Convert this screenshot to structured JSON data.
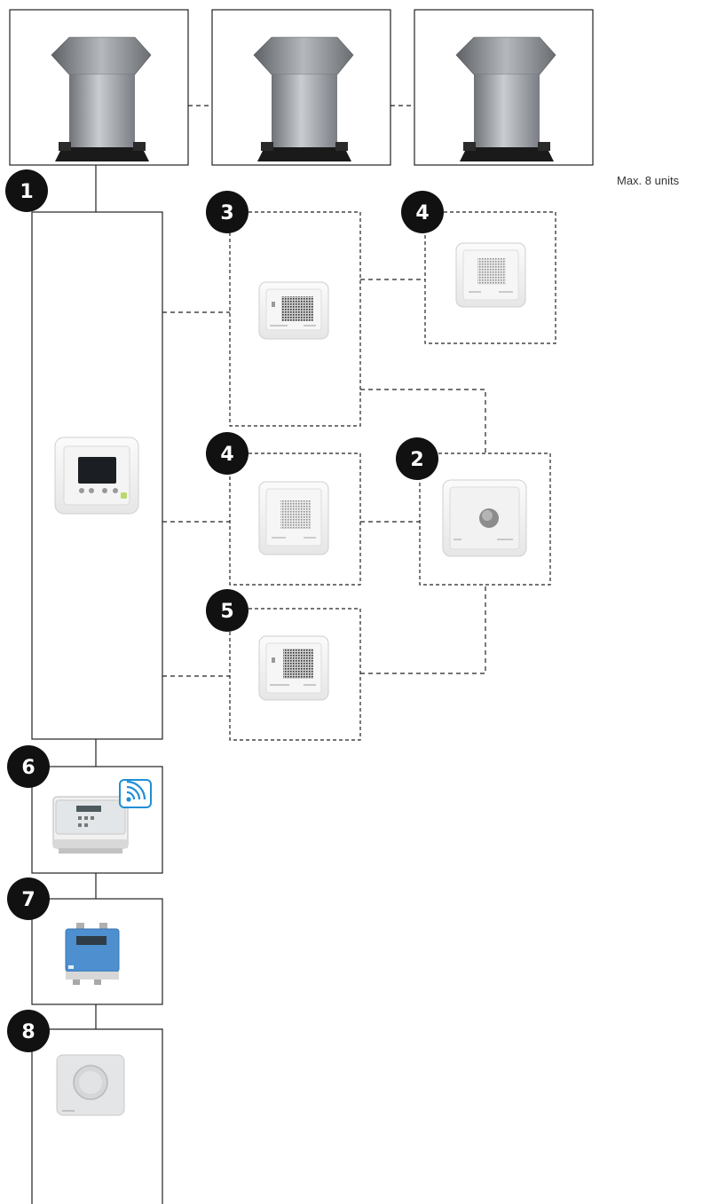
{
  "max_units_label": "Max. 8 units",
  "badges": {
    "b1": "1",
    "b2": "2",
    "b3": "3",
    "b4a": "4",
    "b4b": "4",
    "b5": "5",
    "b6": "6",
    "b7": "7",
    "b8": "8"
  },
  "colors": {
    "line": "#222222",
    "badge": "#111111",
    "wifi_accent": "#1f8fd6",
    "housing_blue": "#4d8fcf"
  },
  "icons": {
    "fan": "roof-fan-icon",
    "wifi": "wifi-icon",
    "controller": "controller-display-icon",
    "sensor": "room-sensor-icon",
    "potentiometer": "potentiometer-icon",
    "co2_sensor": "co2-sensor-icon",
    "control_box": "control-box-icon",
    "pressure_transmitter": "pressure-transmitter-icon",
    "thermostat": "thermostat-icon"
  }
}
